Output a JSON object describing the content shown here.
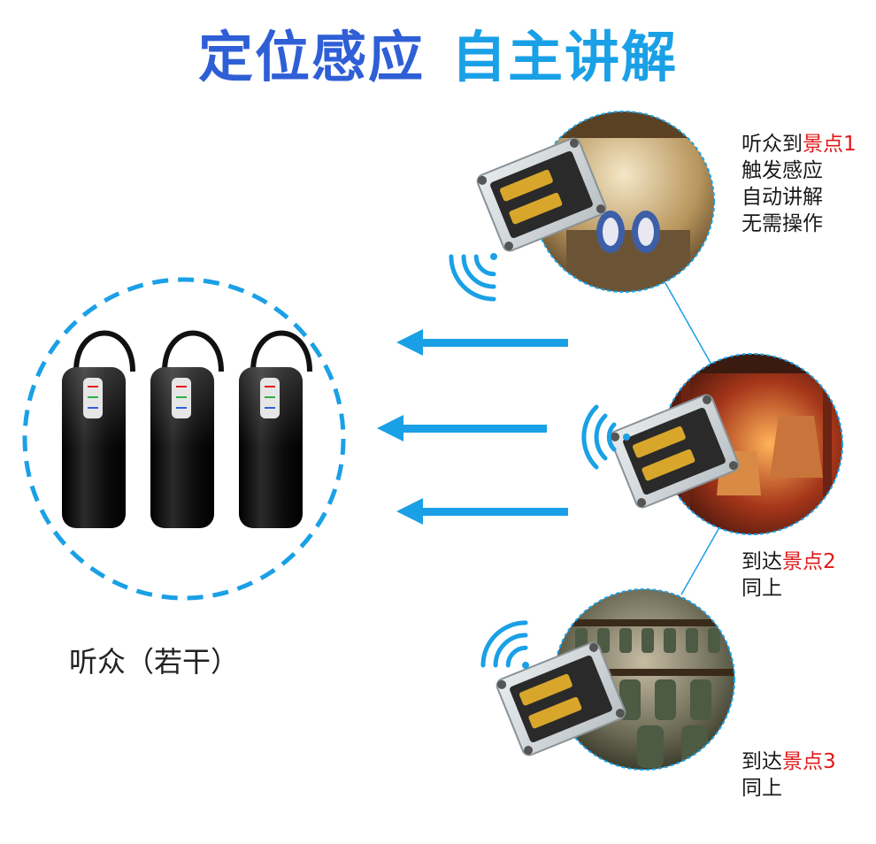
{
  "header": {
    "title_part1": "定位感应",
    "title_part2": "自主讲解"
  },
  "listeners": {
    "label": "听众（若干）",
    "devices": 3
  },
  "spots": [
    {
      "pre": "听众到",
      "spot": "景点1",
      "lines": [
        "触发感应",
        "自动讲解",
        "无需操作"
      ],
      "scene": "museum-vase-exhibit"
    },
    {
      "pre": "到达",
      "spot": "景点2",
      "lines": [
        "同上"
      ],
      "scene": "museum-costume-exhibit"
    },
    {
      "pre": "到达",
      "spot": "景点3",
      "lines": [
        "同上"
      ],
      "scene": "bronze-bells-exhibit"
    }
  ],
  "colors": {
    "title_dark": "#2f5fd6",
    "title_light": "#1aa0e6",
    "accent_red": "#e21818",
    "signal_blue": "#1aa0e6",
    "device_body": "#141414"
  },
  "icons": [
    "wifi-signal-icon",
    "left-arrow-icon",
    "guide-receiver-icon",
    "location-sensor-icon"
  ]
}
